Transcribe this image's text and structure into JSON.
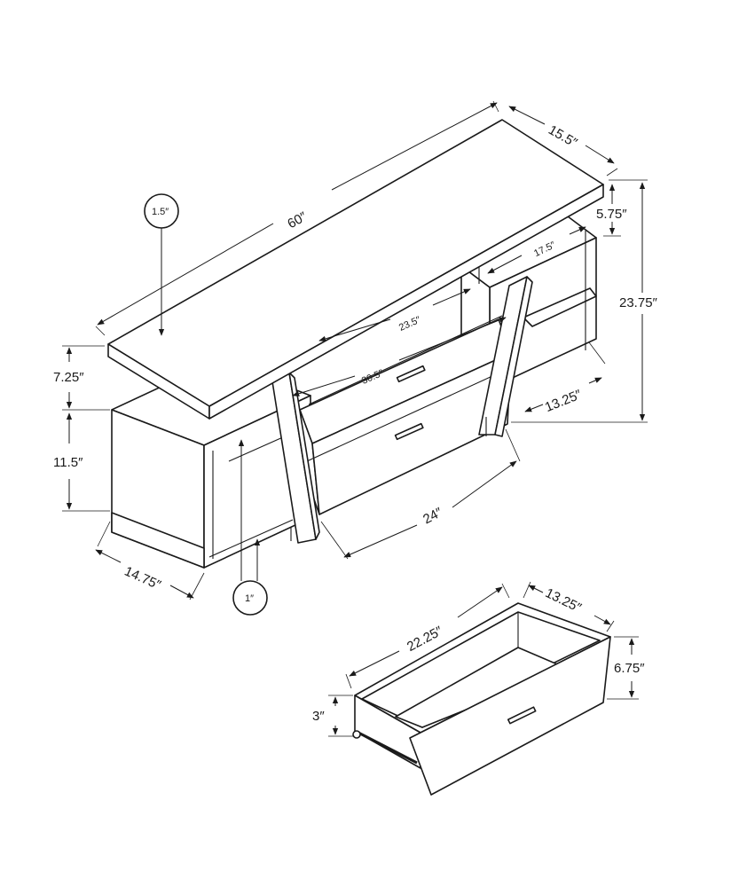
{
  "dimensions": {
    "top_length": "60″",
    "top_depth": "15.5″",
    "top_thickness": "1.5″",
    "shelf_gap": "5.75″",
    "upper_open_depth": "17.5″",
    "total_height": "23.75″",
    "drawer_inner_width": "23.5″",
    "drawer_cabinet_width": "30.5″",
    "left_upper_height": "7.25″",
    "right_shelf_depth": "13.25″",
    "left_cabinet_height": "11.5″",
    "drawer_unit_width": "24″",
    "left_cabinet_depth": "14.75″",
    "shelf_thickness": "1″"
  },
  "drawer_detail": {
    "length": "22.25″",
    "width": "13.25″",
    "front_height": "6.75″",
    "side_height": "3″"
  },
  "colors": {
    "line": "#1a1a1a",
    "background": "#ffffff"
  }
}
